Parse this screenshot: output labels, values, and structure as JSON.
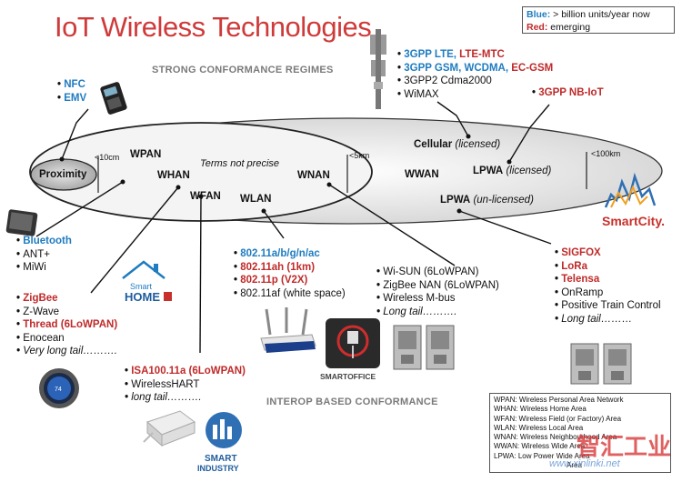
{
  "title": "IoT Wireless Technologies",
  "legend": {
    "blue_key": "Blue:",
    "blue_text": " > billion units/year now",
    "red_key": "Red:",
    "red_text": " emerging"
  },
  "strong_regimes": "STRONG CONFORMANCE REGIMES",
  "interop": "INTEROP BASED CONFORMANCE",
  "terms_not_precise": "Terms not precise",
  "ranges": {
    "cm10": "<10cm",
    "km5": "<5km",
    "km100": "<100km"
  },
  "areas": {
    "proximity": "Proximity",
    "wpan": "WPAN",
    "whan": "WHAN",
    "wfan": "WFAN",
    "wlan": "WLAN",
    "wnan": "WNAN",
    "wwan": "WWAN"
  },
  "cellular": {
    "name": "Cellular",
    "qual": "(licensed)"
  },
  "lpwa": {
    "name": "LPWA",
    "qual": "(licensed)"
  },
  "lpwa_unlic": {
    "name": "LPWA",
    "qual": "(un-licensed)"
  },
  "nfc_list": [
    "NFC",
    "EMV"
  ],
  "cell_list": [
    {
      "parts": [
        {
          "t": "3GPP LTE",
          "c": "blue"
        },
        {
          "t": ", ",
          "c": "blue"
        },
        {
          "t": "LTE-MTC",
          "c": "red"
        }
      ]
    },
    {
      "parts": [
        {
          "t": "3GPP GSM, WCDMA",
          "c": "blue"
        },
        {
          "t": ", ",
          "c": "blue"
        },
        {
          "t": "EC-GSM",
          "c": "red"
        }
      ]
    },
    {
      "parts": [
        {
          "t": "3GPP2 Cdma2000",
          "c": ""
        }
      ]
    },
    {
      "parts": [
        {
          "t": "WiMAX",
          "c": ""
        }
      ]
    }
  ],
  "nbiot": "3GPP NB-IoT",
  "bt_list": [
    {
      "t": "Bluetooth",
      "c": "blue"
    },
    {
      "t": "ANT+",
      "c": ""
    },
    {
      "t": "MiWi",
      "c": ""
    }
  ],
  "zigbee_list": [
    {
      "t": "ZigBee",
      "c": "red"
    },
    {
      "t": "Z-Wave",
      "c": ""
    },
    {
      "t": "Thread (6LoWPAN)",
      "c": "red"
    },
    {
      "t": "Enocean",
      "c": ""
    },
    {
      "t": "Very long tail……….",
      "c": "it"
    }
  ],
  "wifi_list": [
    {
      "t": "802.11a/b/g/n/ac",
      "c": "blue"
    },
    {
      "t": "802.11ah (1km)",
      "c": "red"
    },
    {
      "t": "802.11p (V2X)",
      "c": "red"
    },
    {
      "t": "802.11af (white space)",
      "c": ""
    }
  ],
  "wisun_list": [
    {
      "t": "Wi-SUN (6LoWPAN)",
      "c": ""
    },
    {
      "t": "ZigBee NAN (6LoWPAN)",
      "c": ""
    },
    {
      "t": "Wireless M-bus",
      "c": ""
    },
    {
      "t": "Long tail……….",
      "c": "it"
    }
  ],
  "sigfox_list": [
    {
      "t": "SIGFOX",
      "c": "red"
    },
    {
      "t": "LoRa",
      "c": "red"
    },
    {
      "t": "Telensa",
      "c": "red"
    },
    {
      "t": "OnRamp",
      "c": ""
    },
    {
      "t": "Positive Train Control",
      "c": ""
    },
    {
      "t": "Long tail………",
      "c": "it"
    }
  ],
  "isa_list": [
    {
      "t": "ISA100.11a (6LoWPAN)",
      "c": "red"
    },
    {
      "t": "WirelessHART",
      "c": ""
    },
    {
      "t": "long tail……….",
      "c": "it"
    }
  ],
  "definitions": [
    "WPAN: Wireless Personal Area Network",
    "WHAN: Wireless Home Area",
    "WFAN: Wireless Field (or Factory) Area",
    "WLAN: Wireless Local Area",
    "WNAN: Wireless Neighbourhood Area",
    "WWAN: Wireless Wide Area",
    "LPWA: Low Power Wide Area",
    "Area"
  ],
  "logos": {
    "smart_home_1": "Smart",
    "smart_home_2": "HOME",
    "smart_office": "SMARTOFFICE",
    "smart_industry_1": "SMART",
    "smart_industry_2": "INDUSTRY",
    "smart_city": "SmartCity."
  },
  "thermostat_value": "74",
  "watermark": "智汇工业",
  "watermark_url": "www.xinlinki.net"
}
